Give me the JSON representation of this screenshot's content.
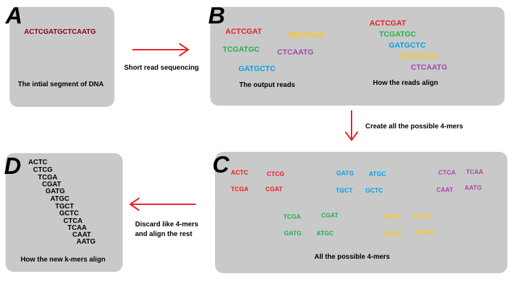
{
  "colors": {
    "red": "#ee1c24",
    "green": "#22b14c",
    "yellow": "#ffc90e",
    "purple": "#a349a4",
    "blue": "#00a2e8",
    "maroon": "#880015",
    "arrow": "#ed1c24",
    "panel": "#c9c9c9"
  },
  "panelA": {
    "letter": "A",
    "sequence": "ACTCGATGCTCAATG",
    "caption": "The intial segment of DNA"
  },
  "panelB": {
    "letter": "B",
    "reads": [
      "ACTCGAT",
      "TGCTCAA",
      "TCGATGC",
      "CTCAATG",
      "GATGCTC"
    ],
    "aligned": [
      "ACTCGAT",
      "TCGATGC",
      "GATGCTC",
      "TGCTCAA",
      "CTCAATG"
    ],
    "caption_left": "The output reads",
    "caption_right": "How the reads align"
  },
  "panelC": {
    "letter": "C",
    "kmers_red": [
      "ACTC",
      "CTCG",
      "TCGA",
      "CGAT"
    ],
    "kmers_blue": [
      "GATG",
      "ATGC",
      "TGCT",
      "GCTC"
    ],
    "kmers_purple": [
      "CTCA",
      "TCAA",
      "CAAT",
      "AATG"
    ],
    "kmers_green": [
      "TCGA",
      "CGAT",
      "GATG",
      "ATGC"
    ],
    "kmers_yellow": [
      "TGCT",
      "GCTC",
      "CTCA",
      "TCAA"
    ],
    "caption": "All the possible 4-mers"
  },
  "panelD": {
    "letter": "D",
    "kmers": [
      "ACTC",
      "CTCG",
      "TCGA",
      "CGAT",
      "GATG",
      "ATGC",
      "TGCT",
      "GCTC",
      "CTCA",
      "TCAA",
      "CAAT",
      "AATG"
    ],
    "caption": "How the new k-mers align"
  },
  "arrows": {
    "a_to_b": "Short read sequencing",
    "b_to_c": "Create all the possible 4-mers",
    "c_to_d_line1": "Discard like 4-mers",
    "c_to_d_line2": "and align the rest"
  }
}
